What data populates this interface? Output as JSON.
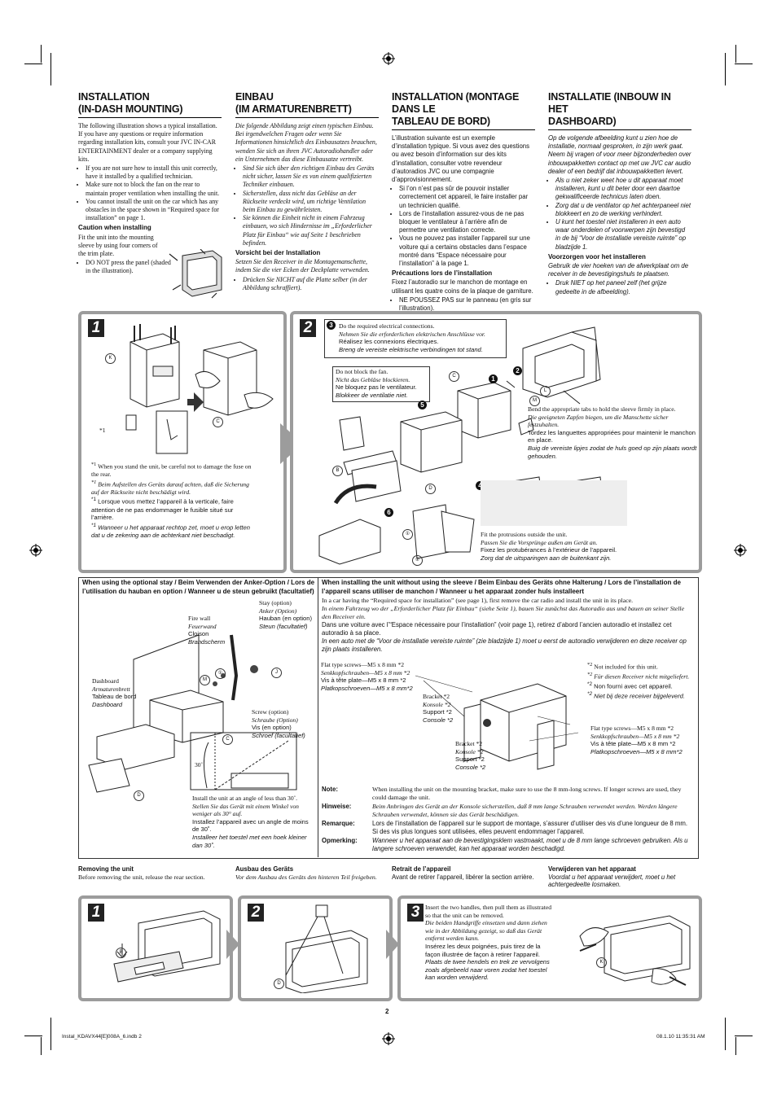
{
  "headings": {
    "en": [
      "INSTALLATION",
      "(IN-DASH MOUNTING)"
    ],
    "de": [
      "EINBAU",
      "(IM ARMATURENBRETT)"
    ],
    "fr": [
      "INSTALLATION (MONTAGE DANS LE",
      "TABLEAU DE BORD)"
    ],
    "nl": [
      "INSTALLATIE (INBOUW IN HET",
      "DASHBOARD)"
    ]
  },
  "en": {
    "intro": "The following illustration shows a typical installation. If you have any questions or require information regarding installation kits, consult your JVC IN-CAR ENTERTAINMENT dealer or a company supplying kits.",
    "bullets": [
      "If you are not sure how to install this unit correctly, have it installed by a qualified technician.",
      "Make sure not to block the fan on the rear to maintain proper ventilation when installing the unit.",
      "You cannot install the unit on the car which has any obstacles in the space shown in “Required space for installation” on page 1."
    ],
    "caution_title": "Caution when installing",
    "caution_text": "Fit the unit into the mounting sleeve by using four corners of the trim plate.",
    "caution_bullet": "DO NOT press the panel (shaded in the illustration)."
  },
  "de": {
    "intro": "Die folgende Abbildung zeigt einen typischen Einbau. Bei irgendwelchen Fragen oder wenn Sie Informationen hinsichtlich des Einbausatzes brauchen, wenden Sie sich an ihren JVC Autoradiohandler oder ein Unternehmen das diese Einbausatze vertreibt.",
    "bullets": [
      "Sind Sie sich über den richtigen Einbau des Geräts nicht sicher, lassen Sie es von einem qualifizierten Techniker einbauen.",
      "Sicherstellen, dass nicht das Gebläse an der Rückseite verdeckt wird, um richtige Ventilation beim Einbau zu gewährleisten.",
      "Sie können die Einheit nicht in einem Fahrzeug einbauen, wo sich Hindernisse im „Erforderlicher Platz für Einbau“ wie auf Seite 1 beschrieben befinden."
    ],
    "caution_title": "Vorsicht bei der Installation",
    "caution_text": "Setzen Sie den Receiver in die Montagemanschette, indem Sie die vier Ecken der Deckplatte verwenden.",
    "caution_bullet": "Drücken Sie NICHT auf die Platte selber (in der Abbildung schraffiert)."
  },
  "fr": {
    "intro": "L’illustration suivante est un exemple d’installation typique. Si vous avez des questions ou avez besoin d’information sur des kits d’installation, consulter votre revendeur d’autoradios JVC ou une compagnie d’approvisionnement.",
    "bullets": [
      "Si l’on n’est pas sûr de pouvoir installer correctement cet appareil, le faire installer par un technicien qualifié.",
      "Lors de l’installation assurez-vous de ne pas bloquer le ventilateur à l’arrière afin de permettre une ventilation correcte.",
      "Vous ne pouvez pas installer l’appareil sur une voiture qui a certains obstacles dans l’espace montré dans “Espace nécessaire pour l’installation” à la page 1."
    ],
    "caution_title": "Précautions lors de l’installation",
    "caution_text": "Fixez l’autoradio sur le manchon de montage en utilisant les quatre coins de la plaque de garniture.",
    "caution_bullet": "NE POUSSEZ PAS sur le panneau (en gris sur l’illustration)."
  },
  "nl": {
    "intro": "Op de volgende afbeelding kunt u zien hoe de installatie, normaal gesproken, in zijn werk gaat. Neem bij vragen of voor meer bijzonderheden over inbouwpakketten contact op met uw JVC car audio dealer of een bedrijf dat inbouwpakketten levert.",
    "bullets": [
      "Als u niet zeker weet hoe u dit apparaat moet installeren, kunt u dit beter door een daartoe gekwalificeerde technicus laten doen.",
      "Zorg dat u de ventilator op het achterpaneel niet blokkeert en zo de werking verhindert.",
      "U kunt het toestel niet installeren in een auto waar onderdelen of voorwerpen zijn bevestigd in de bij “Voor de installatie vereiste ruimte” op bladzijde 1."
    ],
    "caution_title": "Voorzorgen voor het installeren",
    "caution_text": "Gebruik de vier hoeken van de afwerkplaat om de receiver in de bevestigingshuls te plaatsen.",
    "caution_bullet": "Druk NIET op het paneel zelf (het grijze gedeelte in de afbeelding)."
  },
  "step1": {
    "num": "1",
    "note_mark": "*1",
    "notes": [
      {
        "t": "When you stand the unit, be careful not to damage the fuse on the rear.",
        "style": "roman"
      },
      {
        "t": "Beim Aufstellen des Geräts darauf achten, daß die Sicherung auf der Rückseite nicht beschädigt wird.",
        "style": "italic"
      },
      {
        "t": "Lorsque vous mettez l’appareil à la verticale, faire attention de ne pas endommager le fusible situé sur l’arrière.",
        "style": "sans"
      },
      {
        "t": "Wanneer u het apparaat rechtop zet, moet u erop letten dat u de zekering aan de achterkant niet beschadigt.",
        "style": "sans-italic"
      }
    ]
  },
  "step2": {
    "num": "2",
    "electrical": [
      "Do the required electrical connections.",
      "Nehmen Sie die erforderlichen elektrischen Anschlüsse vor.",
      "Réalisez les connexions électriques.",
      "Breng de vereiste elektrische verbindingen tot stand."
    ],
    "fan": [
      "Do not block the fan.",
      "Nicht das Gebläse blockieren.",
      "Ne bloquez pas le ventilateur.",
      "Blokkeer de ventilatie niet."
    ],
    "tabs": [
      "Bend the appropriate tabs to hold the sleeve firmly in place.",
      "Die geeigneten Zapfen biegen, um die Manschette sicher festzuhalten.",
      "Tordez les languettes appropriées pour maintenir le manchon en place.",
      "Buig de vereiste lipjes zodat de huls goed op zijn plaats wordt gehouden."
    ],
    "protrusions": [
      "Fit the protrusions outside the unit.",
      "Passen Sie die Vorsprünge außen am Gerät an.",
      "Fixez les protubérances à l’extérieur de l’appareil.",
      "Zorg dat de uitsparingen aan de buitenkant zijn."
    ]
  },
  "stay": {
    "title": "When using the optional stay / Beim Verwenden der Anker-Option / Lors de l’utilisation du hauban en option / Wanneer u de steun gebruikt (facultatief)",
    "firewall": [
      "Fire wall",
      "Feuerwand",
      "Cloison",
      "Brandscherm"
    ],
    "stay_lbl": [
      "Stay (option)",
      "Anker (Option)",
      "Hauban (en option)",
      "Steun (facultatief)"
    ],
    "dashboard": [
      "Dashboard",
      "Armaturenbrett",
      "Tableau de bord",
      "Dashboard"
    ],
    "screw": [
      "Screw (option)",
      "Schraube (Option)",
      "Vis (en option)",
      "Schroef (facultatief)"
    ],
    "angle_label": "30˚",
    "angle": [
      "Install the unit at an angle of less than 30˚.",
      "Stellen Sie das Gerät mit einem Winkel von weniger als 30° auf.",
      "Installez l’appareil avec un angle de moins de 30˚.",
      "Installeer het toestel met een hoek kleiner dan 30˚."
    ]
  },
  "nosleeve": {
    "title": "When installing the unit without using the sleeve / Beim Einbau des Geräts ohne Halterung / Lors de l’installation de l’appareil scans utiliser de manchon / Wanneer u het apparaat zonder huls installeert",
    "p_en": "In a car having the “Required space for installation” (see page 1), first remove the car radio and install the unit in its place.",
    "p_de": "In einem Fahrzeug wo der „Erforderlicher Platz für Einbau“ (siehe Seite 1), bauen Sie zunächst das Autoradio aus und bauen an seiner Stelle den Receiver ein.",
    "p_fr": "Dans une voiture avec l’“Espace nécessaire pour l’installation” (voir page 1), retirez d’abord l’ancien autoradio et installez cet autoradio à sa place.",
    "p_nl": "In een auto met de “Voor de installatie vereiste ruimte” (zie bladzijde 1) moet u eerst de autoradio verwijderen en deze receiver op zijn plaats installeren.",
    "screws_left": [
      "Flat type screws—M5 x 8 mm *2",
      "Senkkopfschrauben—M5 x 8 mm *2",
      "Vis à tête plate—M5 x 8 mm *2",
      "Platkopschroeven—M5 x 8 mm*2"
    ],
    "bracket1": [
      "Bracket *2",
      "Konsole *2",
      "Support *2",
      "Console *2"
    ],
    "bracket2": [
      "Bracket *2",
      "Konsole *2",
      "Support *2",
      "Console *2"
    ],
    "screws_right": [
      "Flat type screws—M5 x 8 mm *2",
      "Senkkopfschrauben—M5 x 8 mm *2",
      "Vis à tête plate—M5 x 8 mm *2",
      "Platkopschroeven—M5 x 8 mm*2"
    ],
    "footnote_mark": "*2",
    "footnotes": [
      "Not included for this unit.",
      "Für diesen Receiver nicht mitgeliefert.",
      "Non fourni avec cet appareil.",
      "Niet bij deze receiver bijgeleverd."
    ],
    "notes": [
      {
        "label": "Note:",
        "text": "When installing the unit on the mounting bracket, make sure to use the 8 mm-long screws. If longer screws are used, they could damage the unit."
      },
      {
        "label": "Hinweise:",
        "text": "Beim Anbringen des Gerät an der Konsole sicherstellen, daß 8 mm lange Schrauben verwendet werden. Werden längere Schrauben verwendet, können sie das Gerät beschädigen."
      },
      {
        "label": "Remarque:",
        "text": "Lors de l’installation de l’appareil sur le support de montage, s’assurer d’utiliser des vis d’une longueur de 8 mm. Si des vis plus longues sont utilisées, elles peuvent endommager l’appareil."
      },
      {
        "label": "Opmerking:",
        "text": "Wanneer u het apparaat aan de bevestigingsklem vastmaakt, moet u de 8 mm lange schroeven gebruiken. Als u langere schroeven verwendet, kan het apparaat worden beschadigd."
      }
    ]
  },
  "removing": {
    "en": {
      "title": "Removing the unit",
      "text": "Before removing the unit, release the rear section."
    },
    "de": {
      "title": "Ausbau des Geräts",
      "text": "Vor dem Ausbau des Geräts den hinteren Teil freigeben."
    },
    "fr": {
      "title": "Retrait de l’appareil",
      "text": "Avant de retirer l’appareil, libérer la section arrière."
    },
    "nl": {
      "title": "Verwijderen van het apparaat",
      "text": "Voordat u het apparaat verwijdert, moet u het achtergedeelte losmaken."
    },
    "steps": [
      "1",
      "2",
      "3"
    ],
    "handles": [
      "Insert the two handles, then pull them as illustrated so that the unit can be removed.",
      "Die beiden Handgriffe einsetzen und dann ziehen wie in der Abbildung gezeigt, so daß das Gerät entfernt werden kann.",
      "Insérez les deux poignées, puis tirez de la façon illustrée de façon à retirer l’appareil.",
      "Plaats de twee hendels en trek ze vervolgens zoals afgebeeld naar voren zodat het toestel kan worden verwijderd."
    ]
  },
  "labels": {
    "K": "K",
    "C": "C",
    "L": "L",
    "M": "M",
    "B": "B",
    "D": "D",
    "J": "J",
    "c1": "①",
    "c2": "②",
    "n1": "1",
    "n2": "2",
    "n3": "3",
    "n4": "4",
    "n5": "5",
    "n6": "6",
    "star1": "*1"
  },
  "footer": {
    "page": "2",
    "file": "Instal_KDAVX44[E]008A_6.indb   2",
    "date": "08.1.10   11:35:31 AM"
  }
}
